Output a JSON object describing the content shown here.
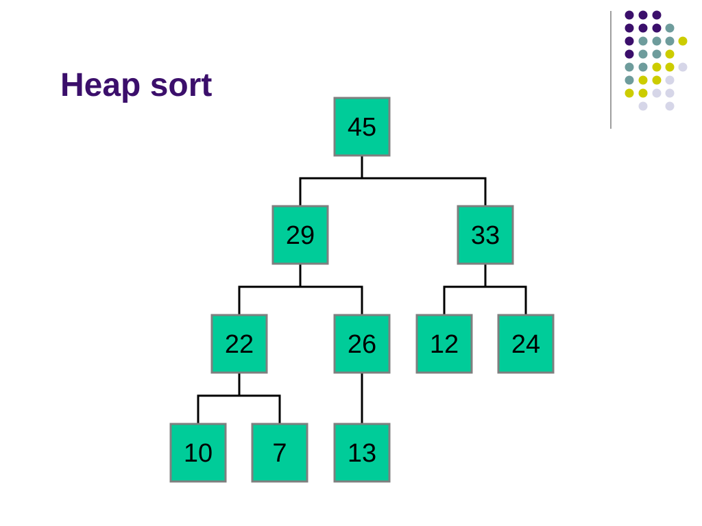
{
  "slide": {
    "title": "Heap sort"
  },
  "colors": {
    "title": "#3b0f6b",
    "node_fill": "#00cc99",
    "node_border": "#7f7f7f",
    "edge": "#000000",
    "dot_purple": "#3b0f6b",
    "dot_teal": "#6e9c9c",
    "dot_yellow": "#cccc00",
    "dot_lavender": "#d6d6e8"
  },
  "heap": {
    "nodes": [
      {
        "id": "n45",
        "value": "45"
      },
      {
        "id": "n29",
        "value": "29"
      },
      {
        "id": "n33",
        "value": "33"
      },
      {
        "id": "n22",
        "value": "22"
      },
      {
        "id": "n26",
        "value": "26"
      },
      {
        "id": "n12",
        "value": "12"
      },
      {
        "id": "n24",
        "value": "24"
      },
      {
        "id": "n10",
        "value": "10"
      },
      {
        "id": "n7",
        "value": "7"
      },
      {
        "id": "n13",
        "value": "13"
      }
    ],
    "edges": [
      {
        "from": "n45",
        "to": [
          "n29",
          "n33"
        ]
      },
      {
        "from": "n29",
        "to": [
          "n22",
          "n26"
        ]
      },
      {
        "from": "n33",
        "to": [
          "n12",
          "n24"
        ]
      },
      {
        "from": "n22",
        "to": [
          "n10",
          "n7"
        ]
      },
      {
        "from": "n26",
        "to": [
          "n13"
        ]
      }
    ]
  }
}
